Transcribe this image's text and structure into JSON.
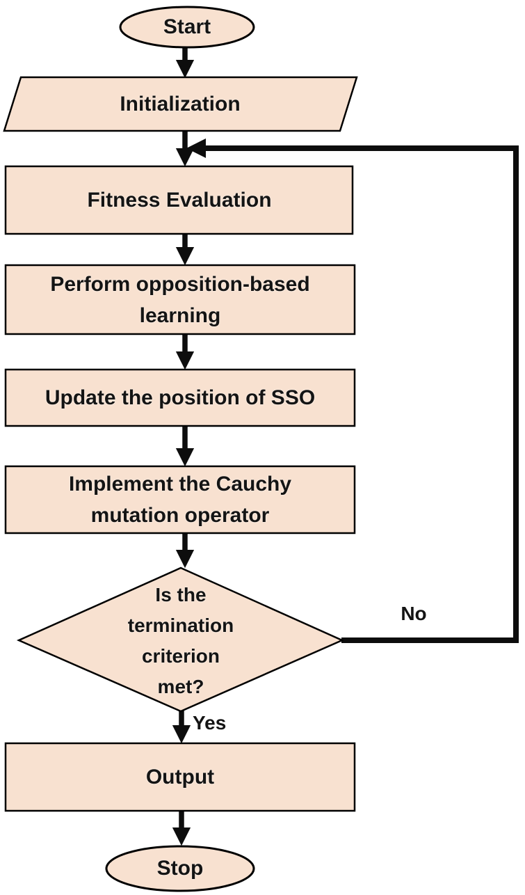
{
  "diagram": {
    "nodes": {
      "start": {
        "label": "Start",
        "type": "terminator"
      },
      "initialization": {
        "label": "Initialization",
        "type": "input-output"
      },
      "fitness": {
        "label": "Fitness Evaluation",
        "type": "process"
      },
      "obl": {
        "lines": [
          "Perform opposition-based",
          "learning"
        ],
        "type": "process"
      },
      "update": {
        "label": "Update the position of SSO",
        "type": "process"
      },
      "cauchy": {
        "lines": [
          "Implement the Cauchy",
          "mutation operator"
        ],
        "type": "process"
      },
      "decision": {
        "lines": [
          "Is the",
          "termination",
          "criterion",
          "met?"
        ],
        "type": "decision"
      },
      "output": {
        "label": "Output",
        "type": "process"
      },
      "stop": {
        "label": "Stop",
        "type": "terminator"
      }
    },
    "edge_labels": {
      "no": "No",
      "yes": "Yes"
    },
    "theme": {
      "node_fill": "#f8e1d0",
      "node_stroke": "#000000",
      "arrow_color": "#0d0d0d",
      "text_color": "#141414",
      "background": "#ffffff"
    }
  }
}
